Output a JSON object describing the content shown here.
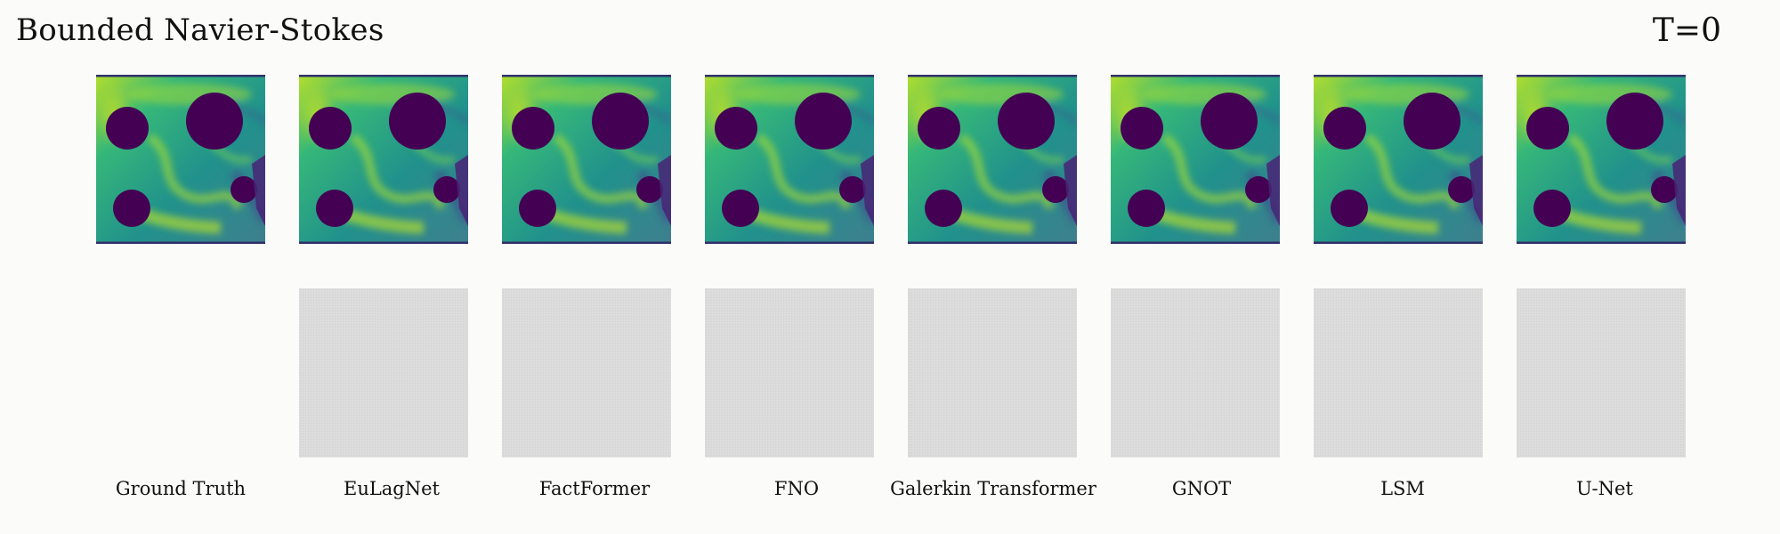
{
  "header": {
    "title": "Bounded Navier-Stokes",
    "time_label": "T=0"
  },
  "colormap": {
    "name": "viridis",
    "low": "#440154",
    "mid": "#21918c",
    "high": "#fde725",
    "background": "#3b9a8a"
  },
  "panels": [
    {
      "label": "Ground Truth",
      "has_error_map": false
    },
    {
      "label": "EuLagNet",
      "has_error_map": true
    },
    {
      "label": "FactFormer",
      "has_error_map": true
    },
    {
      "label": "FNO",
      "has_error_map": true
    },
    {
      "label": "Galerkin Transformer",
      "has_error_map": true
    },
    {
      "label": "GNOT",
      "has_error_map": true
    },
    {
      "label": "LSM",
      "has_error_map": true
    },
    {
      "label": "U-Net",
      "has_error_map": true
    }
  ]
}
